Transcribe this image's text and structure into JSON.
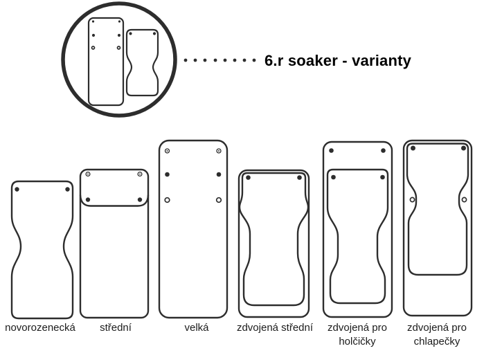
{
  "title": "6.r soaker - varianty",
  "figures": [
    {
      "id": "novorozenecka",
      "lines": [
        "novorozenecká"
      ]
    },
    {
      "id": "stredni",
      "lines": [
        "střední"
      ]
    },
    {
      "id": "velka",
      "lines": [
        "velká"
      ]
    },
    {
      "id": "zdvojena-stredni",
      "lines": [
        "zdvojená střední"
      ]
    },
    {
      "id": "zdvojena-pro-holcicky",
      "lines": [
        "zdvojená pro",
        "holčičky"
      ]
    },
    {
      "id": "zdvojena-pro-chlapecky",
      "lines": [
        "zdvojená pro",
        "chlapečky"
      ]
    }
  ],
  "colors": {
    "outline": "#2d2d2d",
    "background": "#ffffff",
    "text": "#000000"
  }
}
